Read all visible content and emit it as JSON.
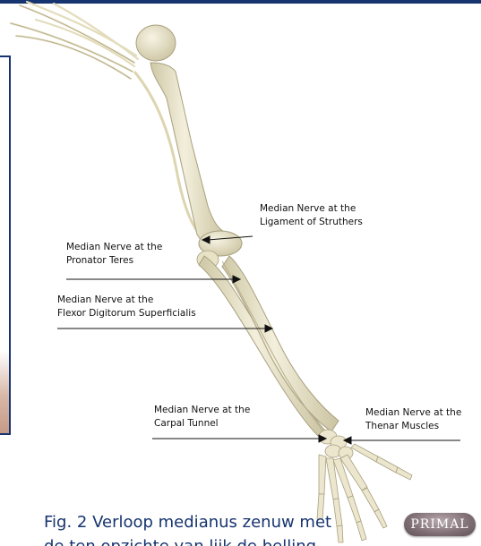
{
  "labels": {
    "struthers": "Median Nerve at the\nLigament of Struthers",
    "pronator": "Median Nerve at the\nPronator Teres",
    "flexor": "Median Nerve at the\nFlexor Digitorum Superficialis",
    "carpal": "Median Nerve at the\nCarpal Tunnel",
    "thenar": "Median Nerve at the\nThenar Muscles"
  },
  "caption": {
    "line1": "Fig. 2  Verloop medianus zenuw met",
    "line2_partial": "de ten opzichte van lijk de belling"
  },
  "logo": {
    "text": "PRIMAL"
  },
  "colors": {
    "accent": "#16346f",
    "bone": "#ece7cf",
    "bone_shadow": "#cfc8a7",
    "nerve": "#e6dfbd"
  }
}
